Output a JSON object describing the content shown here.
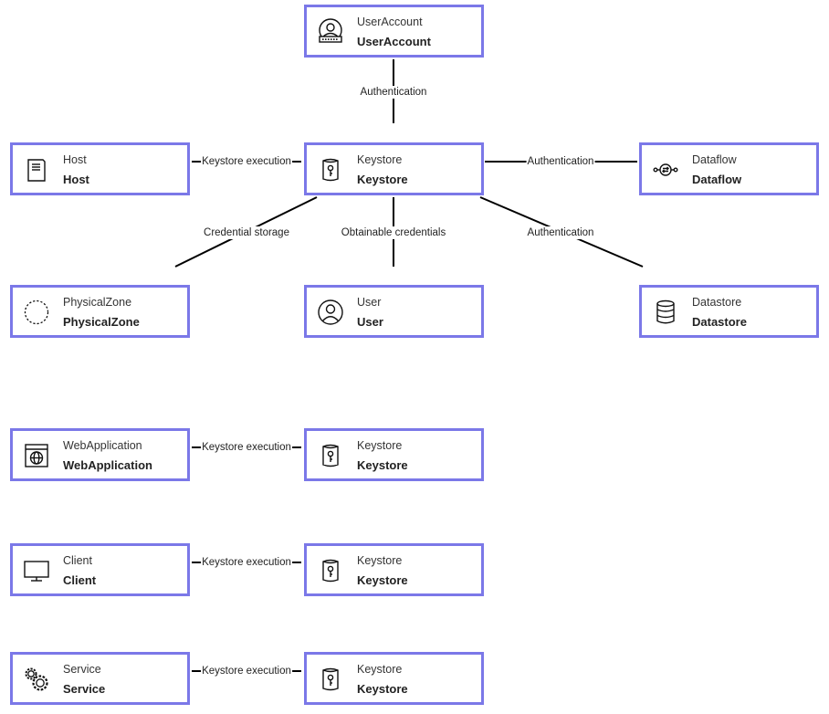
{
  "nodes": {
    "useraccount": {
      "type": "UserAccount",
      "name": "UserAccount",
      "icon": "user-account-icon"
    },
    "keystore_main": {
      "type": "Keystore",
      "name": "Keystore",
      "icon": "keystore-icon"
    },
    "host": {
      "type": "Host",
      "name": "Host",
      "icon": "host-server-icon"
    },
    "dataflow": {
      "type": "Dataflow",
      "name": "Dataflow",
      "icon": "dataflow-icon"
    },
    "physicalzone": {
      "type": "PhysicalZone",
      "name": "PhysicalZone",
      "icon": "physical-zone-icon"
    },
    "user": {
      "type": "User",
      "name": "User",
      "icon": "user-icon"
    },
    "datastore": {
      "type": "Datastore",
      "name": "Datastore",
      "icon": "datastore-icon"
    },
    "webapplication": {
      "type": "WebApplication",
      "name": "WebApplication",
      "icon": "web-application-icon"
    },
    "keystore_web": {
      "type": "Keystore",
      "name": "Keystore",
      "icon": "keystore-icon"
    },
    "client": {
      "type": "Client",
      "name": "Client",
      "icon": "client-monitor-icon"
    },
    "keystore_client": {
      "type": "Keystore",
      "name": "Keystore",
      "icon": "keystore-icon"
    },
    "service": {
      "type": "Service",
      "name": "Service",
      "icon": "service-gears-icon"
    },
    "keystore_service": {
      "type": "Keystore",
      "name": "Keystore",
      "icon": "keystore-icon"
    }
  },
  "edges": {
    "useraccount_keystore": "Authentication",
    "host_keystore": "Keystore execution",
    "keystore_dataflow": "Authentication",
    "keystore_physicalzone": "Credential storage",
    "keystore_user": "Obtainable credentials",
    "keystore_datastore": "Authentication",
    "webapp_keystore": "Keystore execution",
    "client_keystore": "Keystore execution",
    "service_keystore": "Keystore execution"
  },
  "colors": {
    "node_border": "#7b78e8",
    "edge": "#000000"
  }
}
